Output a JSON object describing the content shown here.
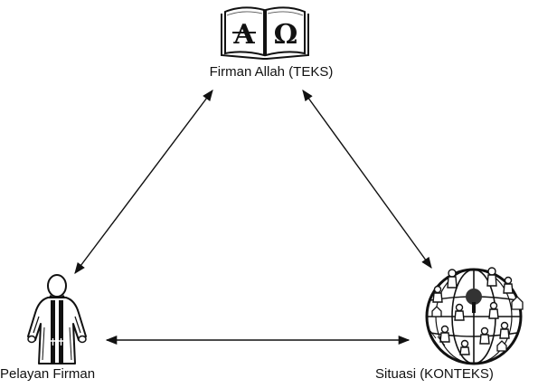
{
  "nodes": {
    "top": {
      "label": "Firman Allah (TEKS)",
      "icon": "open-book-icon",
      "glyphs": [
        "A",
        "Ω"
      ]
    },
    "left": {
      "label": "Pelayan Firman",
      "icon": "preacher-figure-icon"
    },
    "right": {
      "label": "Situasi (KONTEKS)",
      "icon": "globe-with-people-icon"
    }
  },
  "edges": [
    {
      "from": "top",
      "to": "left",
      "style": "double-arrow"
    },
    {
      "from": "top",
      "to": "right",
      "style": "double-arrow"
    },
    {
      "from": "left",
      "to": "right",
      "style": "double-arrow"
    }
  ],
  "colors": {
    "ink": "#111111",
    "background": "#ffffff"
  }
}
